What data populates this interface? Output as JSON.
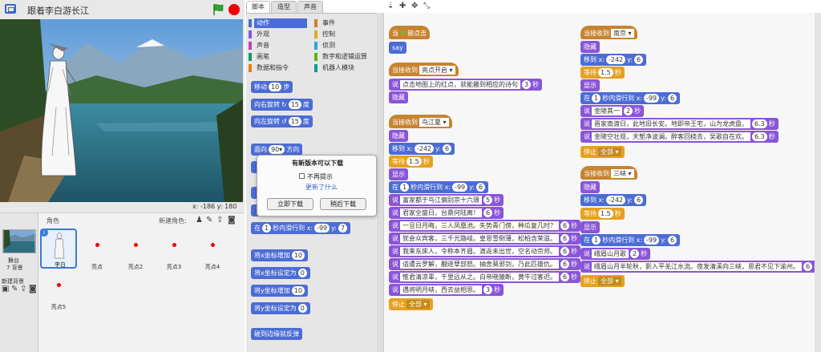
{
  "project": {
    "title": "跟着李白游长江",
    "coords": "x: -186 y: 180"
  },
  "sprites_panel": {
    "stage_label": "舞台",
    "stage_backdrops": "7 背景",
    "new_backdrop": "新建背景",
    "sprites_label": "角色",
    "new_sprite": "新建角色:",
    "sprites": [
      "李白",
      "亮点",
      "亮点2",
      "亮点3",
      "亮点4",
      "亮点5"
    ]
  },
  "tabs": [
    "脚本",
    "造型",
    "声音"
  ],
  "categories": [
    {
      "label": "动作",
      "color": "#4a6cd4"
    },
    {
      "label": "事件",
      "color": "#c88330"
    },
    {
      "label": "外观",
      "color": "#8a55d7"
    },
    {
      "label": "控制",
      "color": "#e1a91a"
    },
    {
      "label": "声音",
      "color": "#bb42c3"
    },
    {
      "label": "侦测",
      "color": "#2ca5e2"
    },
    {
      "label": "画笔",
      "color": "#0e9a6c"
    },
    {
      "label": "数字和逻辑运算",
      "color": "#5cb712"
    },
    {
      "label": "数据和指令",
      "color": "#ee7d16"
    },
    {
      "label": "机器人模块",
      "color": "#0e9a9a"
    }
  ],
  "palette_blocks": {
    "move": "移动",
    "move_n": "10",
    "steps": "步",
    "turn_right": "向右旋转",
    "turn_right_n": "15",
    "deg": "度",
    "turn_left": "向左旋转",
    "turn_left_n": "15",
    "point_dir": "面向",
    "point_dir_n": "90▾",
    "direction": "方向",
    "glide_in": "在",
    "glide_n": "1",
    "glide_mid": "秒内滑行到 x:",
    "glide_x": "-99",
    "glide_y": "7",
    "change_x": "将x坐标增加",
    "change_x_n": "10",
    "set_x": "将x坐标设定为",
    "set_x_n": "0",
    "change_y": "将y坐标增加",
    "change_y_n": "10",
    "set_y": "将y坐标设定为",
    "set_y_n": "0",
    "bounce": "碰到边缘就反弹"
  },
  "dialog": {
    "title": "有新版本可以下载",
    "checkbox": "不再提示",
    "link": "更新了什么",
    "download": "立即下载",
    "later": "稍后下载"
  },
  "scripts": {
    "when_clicked": "当",
    "clicked": "被点击",
    "say": "say",
    "when_receive": "当接收到",
    "hide": "隐藏",
    "show": "显示",
    "say2": "说",
    "sec": "秒",
    "wait": "等待",
    "stop": "停止",
    "all": "全部 ▾",
    "goto": "移到 x:",
    "y": "y:",
    "glide_in": "在",
    "glide_mid": "秒内滑行到 x:",
    "msg_start": "亮点开启 ▾",
    "start_text": "点击地图上的红点，就能搬到相应的诗句",
    "start_n": "3",
    "msg_jiangxia": "鸟江夏 ▾",
    "jx_x": "-242",
    "jx_y": "6",
    "jx_wait": "1.5",
    "jx_glide_n": "1",
    "jx_gx": "-99",
    "jx_gy": "6",
    "jx_lines": [
      [
        "富家都于鸟江偏别宗十六璟",
        "5"
      ],
      [
        "君家全盛日，台鼎何陆离！",
        "6"
      ],
      [
        "一旦日月晦，三人凤凰池。失势青门傍，种瓜复几时？",
        "6"
      ],
      [
        "犹会众宾客，三千光路岐。皇恩雪倒薄，松柏含荣滋。",
        "6"
      ],
      [
        "我来东床人，令称本齐眉。滴返未出世，空名动京师。",
        "6"
      ],
      [
        "适遭云罗解，翻逐孽部怒。抽舍莫邪剑，乃此匹雄仇。",
        "6"
      ],
      [
        "惟君清凉辈，千里远从之。白帝晓猿断，黄牛过客迟。",
        "6"
      ],
      [
        "遇将明月峡，西去益相思。",
        "3"
      ]
    ],
    "msg_nanjing": "南京 ▾",
    "nj_x": "-242",
    "nj_y": "6",
    "nj_wait": "1.5",
    "nj_glide_n": "1",
    "nj_gx": "-99",
    "nj_gy": "6",
    "nj_lines": [
      [
        "金陵其一",
        "2"
      ],
      [
        "晋家南渡日，此地旧长安。地即帝王宅，山为龙虎盘。",
        "6.3"
      ],
      [
        "金陵空壮观，天堑净波澜。醉客回桡去，吴歌自在欢。",
        "6.3"
      ]
    ],
    "msg_sanxia": "三峡 ▾",
    "sx_x": "-242",
    "sx_y": "6",
    "sx_wait": "1.5",
    "sx_glide_n": "1",
    "sx_gx": "-99",
    "sx_gy": "6",
    "sx_lines": [
      [
        "峨眉山月歌",
        "2"
      ],
      [
        "峨眉山月半轮秋，影入平羌江水流。夜发清溪向三峡，思君不见下渝州。",
        "6"
      ]
    ]
  },
  "colors": {
    "motion": "#4c6cd4",
    "looks": "#8a55d7",
    "control": "#e6a122",
    "events": "#c88330"
  }
}
